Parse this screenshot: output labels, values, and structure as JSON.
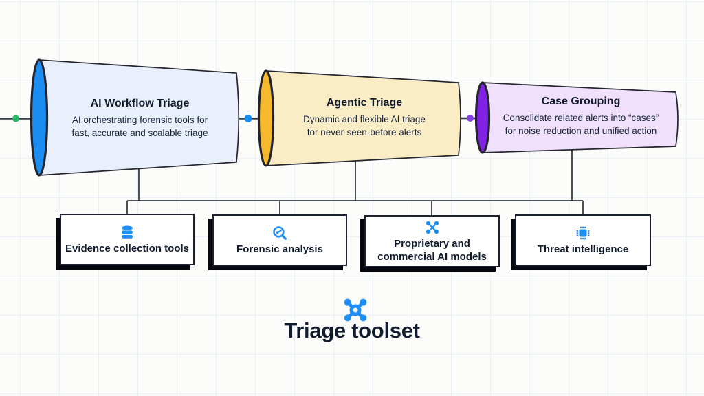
{
  "colors": {
    "bg": "#fcfcfa",
    "grid_line": "#eaf0f7",
    "line": "#363c46",
    "outline": "#22242e",
    "funnel1_mouth": "#1b8df2",
    "funnel1_body": "#e9f0fb",
    "funnel2_mouth": "#f6b92d",
    "funnel2_body": "#faedc5",
    "funnel3_mouth": "#8222e6",
    "funnel3_body": "#f1e0fb",
    "dot_green": "#27b567",
    "dot_blue": "#1b8df2",
    "dot_purple": "#8640e8",
    "icon_blue": "#1f8ef5",
    "box_border": "#1b2130",
    "box_shadow": "#06080f",
    "text_dark": "#101b2e",
    "text_body": "#16213a"
  },
  "pipeline": {
    "stages": [
      {
        "title": "AI Workflow Triage",
        "desc_line1": "AI orchestrating forensic tools for",
        "desc_line2": "fast, accurate and scalable triage"
      },
      {
        "title": "Agentic Triage",
        "desc_line1": "Dynamic and flexible AI triage",
        "desc_line2": "for never-seen-before alerts"
      },
      {
        "title": "Case Grouping",
        "desc_line1": "Consolidate related alerts into “cases”",
        "desc_line2": "for noise reduction and unified action"
      }
    ],
    "dots": [
      {
        "name": "input-dot",
        "color": "green"
      },
      {
        "name": "stage1-to-stage2-dot",
        "color": "blue"
      },
      {
        "name": "stage2-to-stage3-dot",
        "color": "purple"
      }
    ]
  },
  "toolset": {
    "boxes": [
      {
        "label": "Evidence collection tools",
        "icon": "database-icon"
      },
      {
        "label": "Forensic analysis",
        "icon": "forensic-search-icon"
      },
      {
        "label": "Proprietary and commercial AI models",
        "icon": "ai-molecule-icon"
      },
      {
        "label": "Threat intelligence",
        "icon": "chip-icon"
      }
    ],
    "footer": {
      "label": "Triage toolset",
      "icon": "molecule-icon"
    }
  }
}
